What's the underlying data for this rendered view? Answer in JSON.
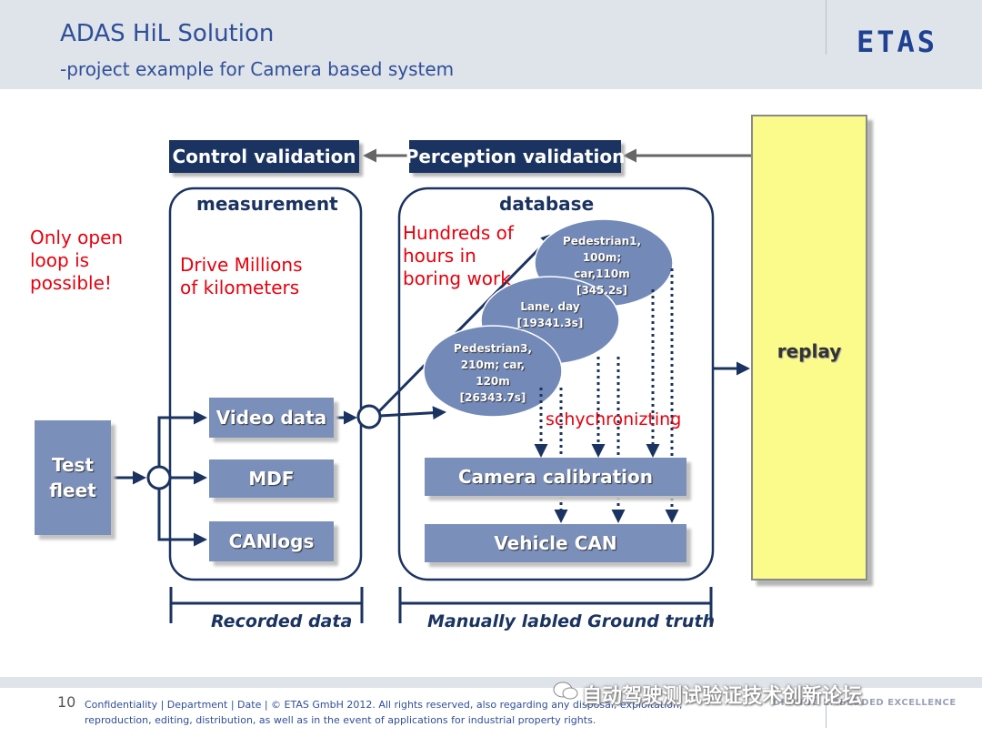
{
  "header": {
    "title": "ADAS HiL Solution",
    "subtitle": "-project example for Camera based system",
    "logo": "ETAS"
  },
  "diagram": {
    "control_validation": "Control validation",
    "perception_validation": "Perception validation",
    "replay": "replay",
    "measurement": {
      "title": "measurement",
      "note": "Drive Millions of kilometers",
      "video_data": "Video data",
      "mdf": "MDF",
      "canlogs": "CANlogs"
    },
    "database": {
      "title": "database",
      "note": "Hundreds of hours in boring work",
      "ellipse_pedestrian1": "Pedestrian1, 100m; car,110m [345.2s]",
      "ellipse_lane": "Lane, day [19341.3s]",
      "ellipse_pedestrian3": "Pedestrian3, 210m; car, 120m [26343.7s]",
      "sync_note": "schychronizting",
      "camera_calibration": "Camera calibration",
      "vehicle_can": "Vehicle CAN"
    },
    "test_fleet": "Test fleet",
    "open_loop_note": "Only open loop is possible!",
    "recorded_data": "Recorded data",
    "ground_truth": "Manually labled Ground truth"
  },
  "footer": {
    "page_number": "10",
    "text": "Confidentiality | Department | Date | © ETAS GmbH 2012. All rights reserved, also regarding any disposal, exploitation, reproduction, editing, distribution, as well as in the event of applications for industrial property rights.",
    "brand": "DRIVING EMBEDDED EXCELLENCE",
    "watermark": "自动驾驶测试验证技术创新论坛"
  },
  "colors": {
    "navy": "#1b3360",
    "slate": "#7a8fba",
    "ellipse": "#7389b8",
    "replay": "#fbfb8c",
    "red_note": "#e8000d",
    "title_blue": "#2f4f98"
  }
}
